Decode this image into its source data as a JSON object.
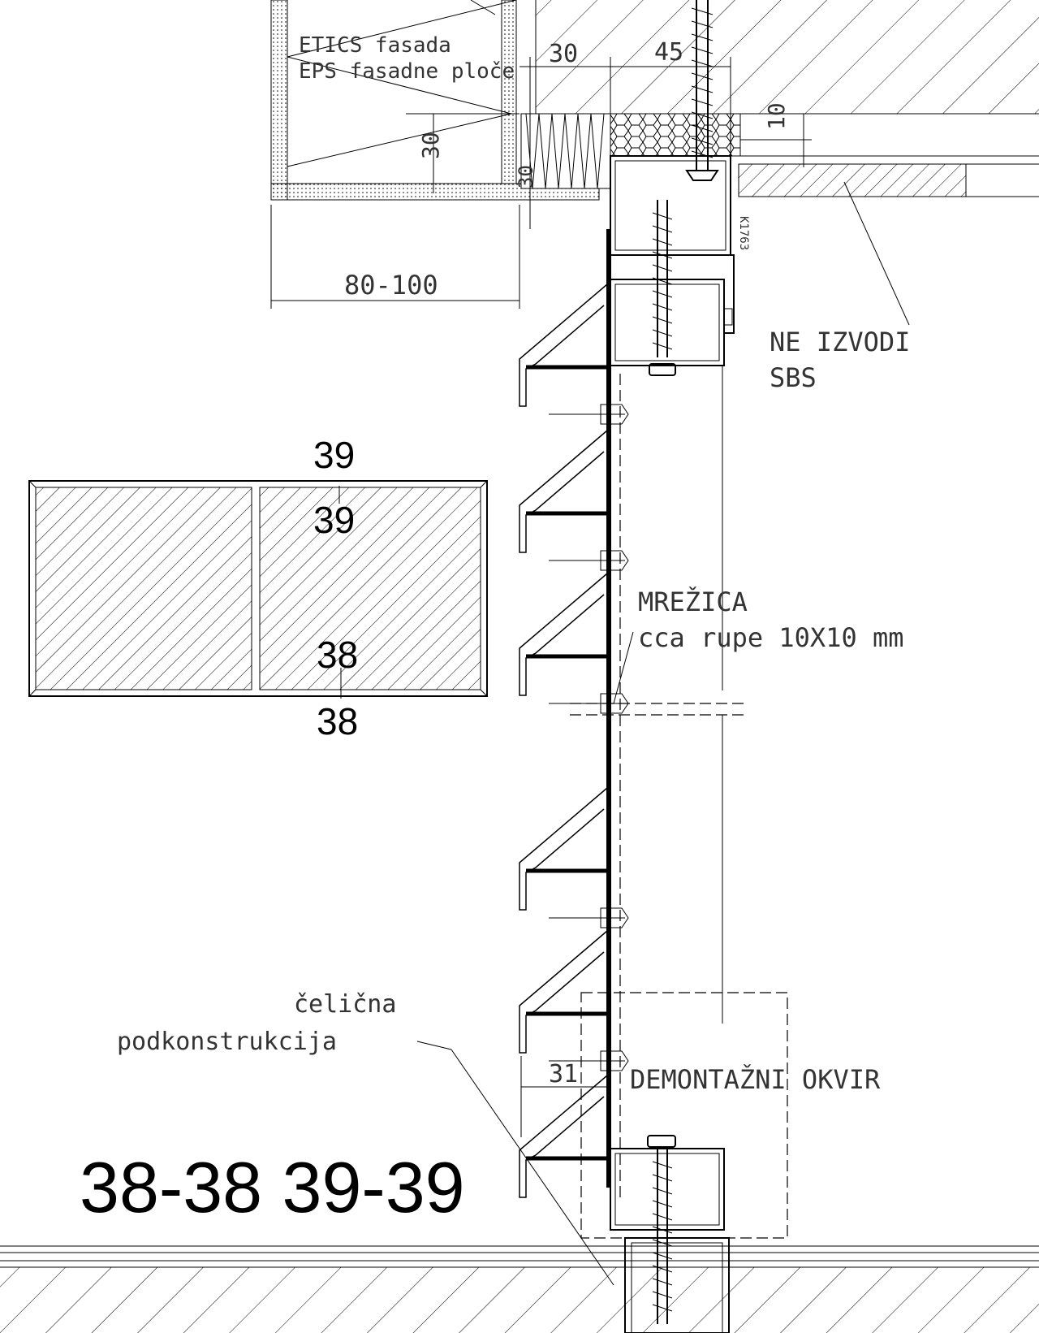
{
  "labels": {
    "etics_line1": "ETICS fasada",
    "etics_line2": "EPS fasadne ploče",
    "dim_30_top": "30",
    "dim_45": "45",
    "dim_10": "10",
    "dim_30_left": "30",
    "dim_30_small": "30",
    "dim_80_100": "80-100",
    "code": "K1763",
    "ne_izvodi_line1": "NE IZVODI",
    "ne_izvodi_line2": "SBS",
    "mrezica_line1": "MREŽICA",
    "mrezica_line2": "cca rupe 10X10 mm",
    "celicna_line1": "čelična",
    "celicna_line2": "podkonstrukcija",
    "dim_31": "31",
    "demontazni": "DEMONTAŽNI OKVIR",
    "section_39_top": "39",
    "section_39_bottom": "39",
    "section_38_top": "38",
    "section_38_bottom": "38",
    "title": "38-38 39-39"
  }
}
